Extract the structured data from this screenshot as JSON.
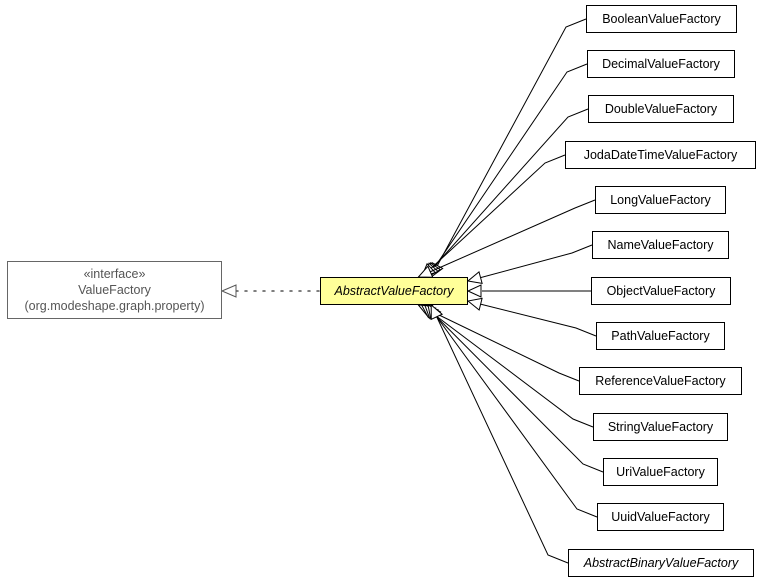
{
  "interface": {
    "stereotype": "«interface»",
    "name": "ValueFactory",
    "package": "(org.modeshape.graph.property)"
  },
  "center": {
    "name": "AbstractValueFactory"
  },
  "subclasses": [
    {
      "name": "BooleanValueFactory"
    },
    {
      "name": "DecimalValueFactory"
    },
    {
      "name": "DoubleValueFactory"
    },
    {
      "name": "JodaDateTimeValueFactory"
    },
    {
      "name": "LongValueFactory"
    },
    {
      "name": "NameValueFactory"
    },
    {
      "name": "ObjectValueFactory"
    },
    {
      "name": "PathValueFactory"
    },
    {
      "name": "ReferenceValueFactory"
    },
    {
      "name": "StringValueFactory"
    },
    {
      "name": "UriValueFactory"
    },
    {
      "name": "UuidValueFactory"
    },
    {
      "name": "AbstractBinaryValueFactory"
    }
  ],
  "colors": {
    "center_fill": "#ffff99",
    "interface_border": "#666666",
    "interface_text": "#555555"
  }
}
